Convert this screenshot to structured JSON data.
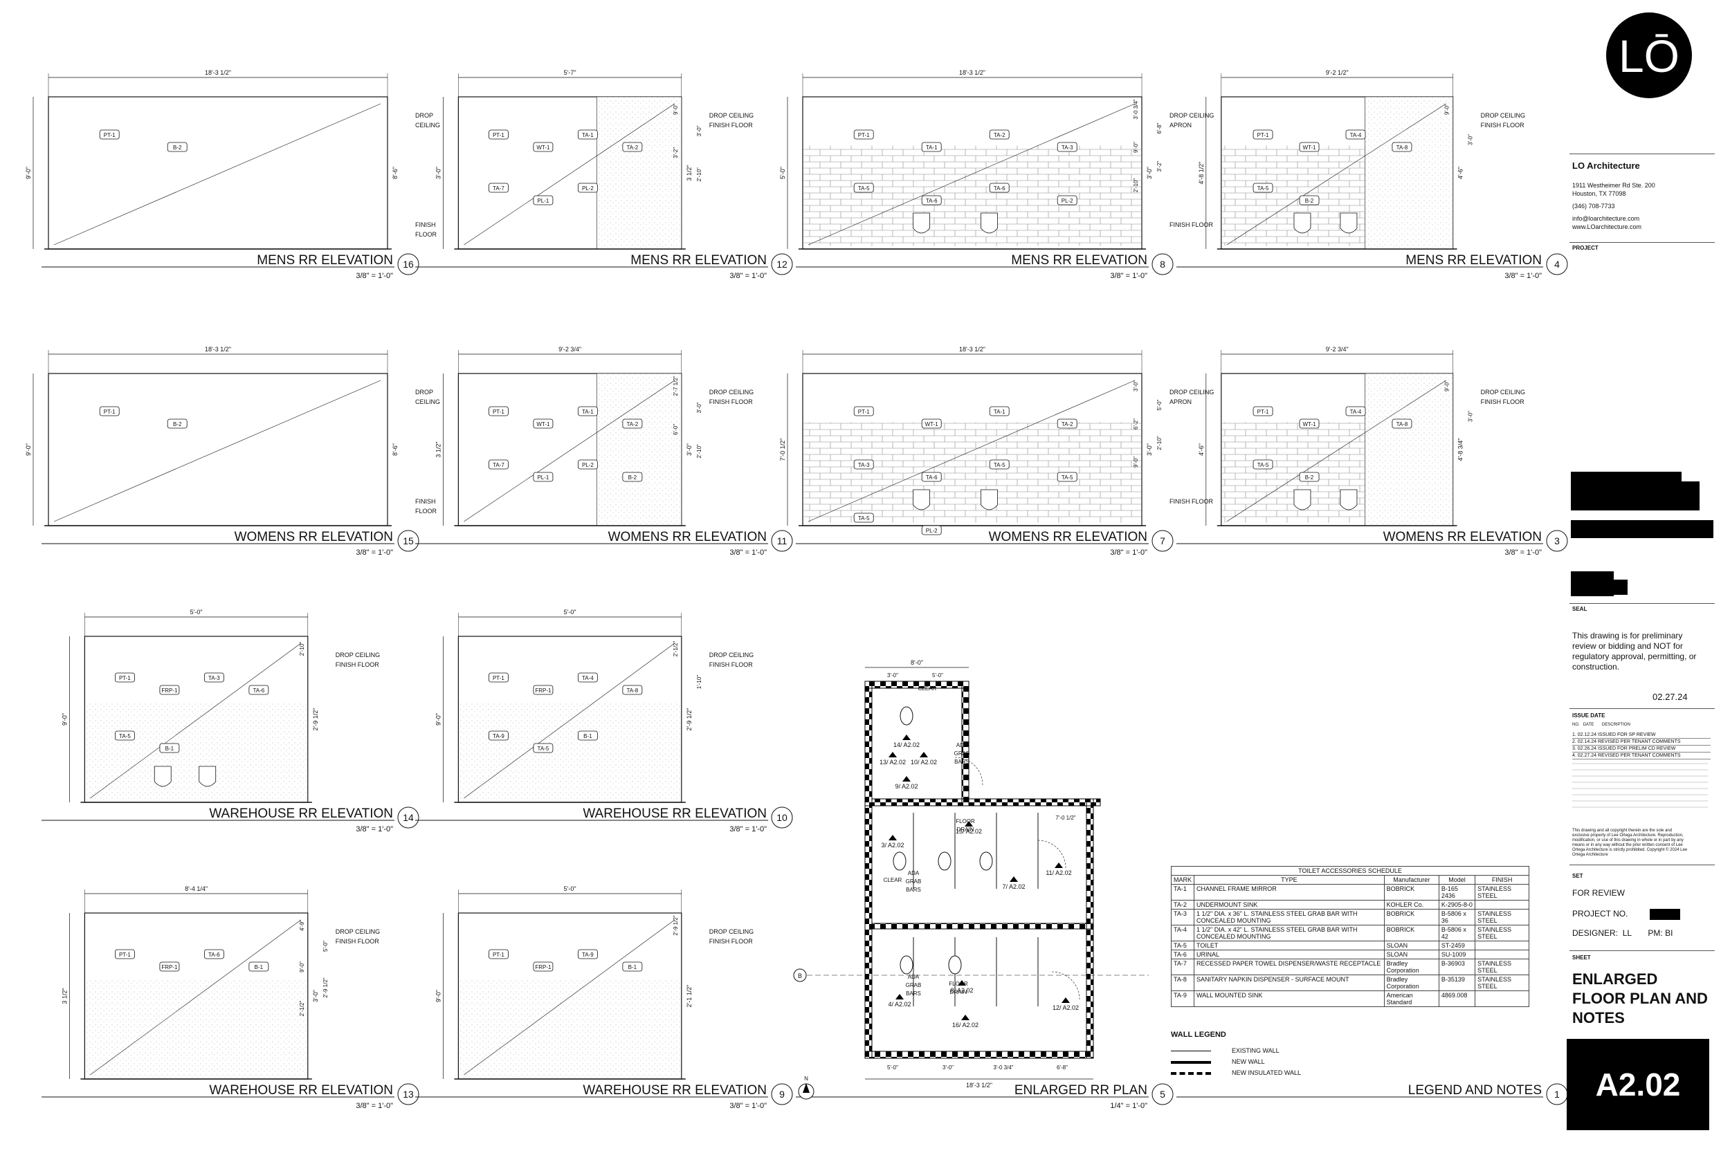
{
  "views": [
    {
      "id": "16",
      "title": "MENS RR ELEVATION",
      "scale": "3/8\" = 1'-0\"",
      "dims": [
        "18'-3 1/2\"",
        "9'-0\"",
        "8'-6\""
      ],
      "tags": [
        "PT-1",
        "B-2"
      ],
      "notes": [
        "DROP",
        "CEILING",
        "FINISH",
        "FLOOR"
      ]
    },
    {
      "id": "12",
      "title": "MENS RR ELEVATION",
      "scale": "3/8\" = 1'-0\"",
      "dims": [
        "5'-7\"",
        "3'-0\"",
        "3 1/2\"",
        "9'-0\"",
        "3'-0\"",
        "3'-2\"",
        "2'-10\""
      ],
      "tags": [
        "PT-1",
        "WT-1",
        "TA-1",
        "TA-2",
        "TA-7",
        "PL-1",
        "PL-2"
      ],
      "notes": [
        "DROP CEILING",
        "FINISH FLOOR"
      ]
    },
    {
      "id": "8",
      "title": "MENS RR ELEVATION",
      "scale": "3/8\" = 1'-0\"",
      "dims": [
        "18'-3 1/2\"",
        "5'-0\"",
        "3'-0\"",
        "3'-0 3/4\"",
        "6'-8\"",
        "9'-0\"",
        "3'-2\"",
        "2'-10\""
      ],
      "tags": [
        "PT-1",
        "TA-1",
        "TA-2",
        "TA-3",
        "TA-5",
        "TA-6",
        "TA-6",
        "PL-2"
      ],
      "notes": [
        "DROP CEILING",
        "APRON",
        "FINISH FLOOR"
      ]
    },
    {
      "id": "4",
      "title": "MENS RR ELEVATION",
      "scale": "3/8\" = 1'-0\"",
      "dims": [
        "9'-2 1/2\"",
        "4'-8 1/2\"",
        "4'-6\"",
        "9'-0\"",
        "3'-0\""
      ],
      "tags": [
        "PT-1",
        "WT-1",
        "TA-4",
        "TA-8",
        "TA-5",
        "B-2"
      ],
      "notes": [
        "DROP CEILING",
        "FINISH FLOOR"
      ]
    },
    {
      "id": "15",
      "title": "WOMENS RR ELEVATION",
      "scale": "3/8\" = 1'-0\"",
      "dims": [
        "18'-3 1/2\"",
        "9'-0\"",
        "8'-6\""
      ],
      "tags": [
        "PT-1",
        "B-2"
      ],
      "notes": [
        "DROP",
        "CEILING",
        "FINISH",
        "FLOOR"
      ]
    },
    {
      "id": "11",
      "title": "WOMENS RR ELEVATION",
      "scale": "3/8\" = 1'-0\"",
      "dims": [
        "9'-2 3/4\"",
        "3 1/2\"",
        "3'-0\"",
        "2'-7 1/2\"",
        "3'-0\"",
        "6'-0\"",
        "2'-10\""
      ],
      "tags": [
        "PT-1",
        "WT-1",
        "TA-1",
        "TA-2",
        "TA-7",
        "PL-1",
        "PL-2",
        "B-2"
      ],
      "notes": [
        "DROP CEILING",
        "FINISH FLOOR"
      ]
    },
    {
      "id": "7",
      "title": "WOMENS RR ELEVATION",
      "scale": "3/8\" = 1'-0\"",
      "dims": [
        "18'-3 1/2\"",
        "7'-0 1/2\"",
        "3'-0\"",
        "3'-0\"",
        "5'-0\"",
        "6'-2\"",
        "2'-10\"",
        "9'-0\""
      ],
      "tags": [
        "PT-1",
        "WT-1",
        "TA-1",
        "TA-2",
        "TA-3",
        "TA-6",
        "TA-5",
        "TA-5",
        "TA-5",
        "PL-2"
      ],
      "notes": [
        "DROP CEILING",
        "APRON",
        "FINISH FLOOR"
      ]
    },
    {
      "id": "3",
      "title": "WOMENS RR ELEVATION",
      "scale": "3/8\" = 1'-0\"",
      "dims": [
        "9'-2 3/4\"",
        "4'-6\"",
        "4'-8 3/4\"",
        "9'-0\"",
        "3'-0\""
      ],
      "tags": [
        "PT-1",
        "WT-1",
        "TA-4",
        "TA-8",
        "TA-5",
        "B-2"
      ],
      "notes": [
        "DROP CEILING",
        "FINISH FLOOR"
      ]
    },
    {
      "id": "14",
      "title": "WAREHOUSE RR ELEVATION",
      "scale": "3/8\" = 1'-0\"",
      "dims": [
        "5'-0\"",
        "9'-0\"",
        "2'-9 1/2\"",
        "2'-10\""
      ],
      "tags": [
        "PT-1",
        "FRP-1",
        "TA-3",
        "TA-6",
        "TA-5",
        "B-1"
      ],
      "notes": [
        "DROP CEILING",
        "FINISH FLOOR"
      ]
    },
    {
      "id": "10",
      "title": "WAREHOUSE RR ELEVATION",
      "scale": "3/8\" = 1'-0\"",
      "dims": [
        "5'-0\"",
        "9'-0\"",
        "2'-9 1/2\"",
        "2'-1/2\"",
        "1'-10\""
      ],
      "tags": [
        "PT-1",
        "FRP-1",
        "TA-4",
        "TA-8",
        "TA-9",
        "TA-5",
        "B-1"
      ],
      "notes": [
        "DROP CEILING",
        "FINISH FLOOR"
      ]
    },
    {
      "id": "13",
      "title": "WAREHOUSE RR ELEVATION",
      "scale": "3/8\" = 1'-0\"",
      "dims": [
        "8'-4 1/4\"",
        "3 1/2\"",
        "3'-0\"",
        "4'-9\"",
        "5'-0\"",
        "9'-0\"",
        "2'-9 1/2\"",
        "2'-1/2\""
      ],
      "tags": [
        "PT-1",
        "FRP-1",
        "TA-6",
        "B-1"
      ],
      "notes": [
        "DROP CEILING",
        "FINISH FLOOR"
      ]
    },
    {
      "id": "9",
      "title": "WAREHOUSE RR ELEVATION",
      "scale": "3/8\" = 1'-0\"",
      "dims": [
        "5'-0\"",
        "9'-0\"",
        "2'-1 1/2\"",
        "2'-9 1/2\""
      ],
      "tags": [
        "PT-1",
        "FRP-1",
        "TA-9",
        "B-1"
      ],
      "notes": [
        "DROP CEILING",
        "FINISH FLOOR"
      ]
    },
    {
      "id": "5",
      "title": "ENLARGED RR PLAN",
      "scale": "1/4\" = 1'-0\"",
      "dims": [
        "8'-0\"",
        "3'-0\"",
        "5'-0\"",
        "18'-3 1/2\"",
        "5'-0\"",
        "3'-0\"",
        "3'-0 3/4\"",
        "6'-8\"",
        "7'-0 1/2\""
      ],
      "tags": [
        "14/ A2.02",
        "13/ A2.02",
        "10/ A2.02",
        "9/ A2.02",
        "15/ A2.02",
        "7/ A2.02",
        "11/ A2.02",
        "3/ A2.02",
        "8/ A2.02",
        "16/ A2.02",
        "4/ A2.02",
        "12/ A2.02"
      ],
      "notes": [
        "CLEAR",
        "ADA",
        "GRAB",
        "BARS",
        "FLOOR",
        "DRAIN",
        "B",
        "N"
      ]
    },
    {
      "id": "1",
      "title": "LEGEND AND NOTES",
      "scale": "",
      "dims": [],
      "tags": [],
      "notes": []
    }
  ],
  "schedule": {
    "title": "TOILET ACCESSORIES SCHEDULE",
    "headers": [
      "MARK",
      "TYPE",
      "Manufacturer",
      "Model",
      "FINISH"
    ],
    "rows": [
      [
        "TA-1",
        "CHANNEL FRAME MIRROR",
        "BOBRICK",
        "B-165 2436",
        "STAINLESS STEEL"
      ],
      [
        "TA-2",
        "UNDERMOUNT SINK",
        "KOHLER Co.",
        "K-2905-8-0",
        ""
      ],
      [
        "TA-3",
        "1 1/2\" DIA. x 36\" L. STAINLESS STEEL GRAB BAR WITH CONCEALED MOUNTING",
        "BOBRICK",
        "B-5806 x 36",
        "STAINLESS STEEL"
      ],
      [
        "TA-4",
        "1 1/2\" DIA. x 42\" L. STAINLESS STEEL GRAB BAR WITH CONCEALED MOUNTING",
        "BOBRICK",
        "B-5806 x 42",
        "STAINLESS STEEL"
      ],
      [
        "TA-5",
        "TOILET",
        "SLOAN",
        "ST-2459",
        ""
      ],
      [
        "TA-6",
        "URINAL",
        "SLOAN",
        "SU-1009",
        ""
      ],
      [
        "TA-7",
        "RECESSED PAPER TOWEL DISPENSER/WASTE RECEPTACLE",
        "Bradley Corporation",
        "B-36903",
        "STAINLESS STEEL"
      ],
      [
        "TA-8",
        "SANITARY NAPKIN DISPENSER - SURFACE MOUNT",
        "Bradley Corporation",
        "B-35139",
        "STAINLESS STEEL"
      ],
      [
        "TA-9",
        "WALL MOUNTED SINK",
        "American Standard",
        "4869.008",
        ""
      ]
    ]
  },
  "wall_legend": {
    "title": "WALL LEGEND",
    "items": [
      "EXISTING WALL",
      "NEW WALL",
      "NEW INSULATED WALL"
    ]
  },
  "title_block": {
    "logo": "LŌ",
    "firm": "LO Architecture",
    "address": [
      "1911 Westheimer Rd Ste. 200",
      "Houston, TX 77098"
    ],
    "phone": "(346) 708-7733",
    "email": "info@loarchitecture.com",
    "web": "www.LOarchitecture.com",
    "project_label": "PROJECT",
    "seal_label": "SEAL",
    "disclaimer": "This drawing is for preliminary review or bidding and NOT for regulatory approval, permitting, or construction.",
    "date": "02.27.24",
    "issue_label": "ISSUE DATE",
    "issue_headers": [
      "NO.",
      "DATE",
      "DESCRIPTION"
    ],
    "issues": [
      "1. 02.12.24  ISSUED FOR SP REVIEW",
      "2. 02.14.24  REVISED PER TENANT COMMENTS",
      "3. 02.26.24  ISSUED FOR PRELIM CD REVIEW",
      "4. 02.27.24  REVISED PER TENANT COMMENTS"
    ],
    "copyright": "This drawing and all copyright therein are the sole and exclusive property of Lee Ortega Architecture. Reproduction, modification, or use of this drawing in whole or in part by any means or in any way without the prior written consent of Lee Ortega Architecture is strictly prohibited. Copyright © 2024 Lee Ortega Architecture",
    "set_label": "SET",
    "set_value": "FOR REVIEW",
    "project_no_label": "PROJECT NO.",
    "designer_label": "DESIGNER:",
    "designer": "LL",
    "pm_label": "PM:",
    "pm": "BI",
    "sheet_label": "SHEET",
    "sheet_title": "ENLARGED FLOOR PLAN AND NOTES",
    "sheet_no": "A2.02"
  }
}
